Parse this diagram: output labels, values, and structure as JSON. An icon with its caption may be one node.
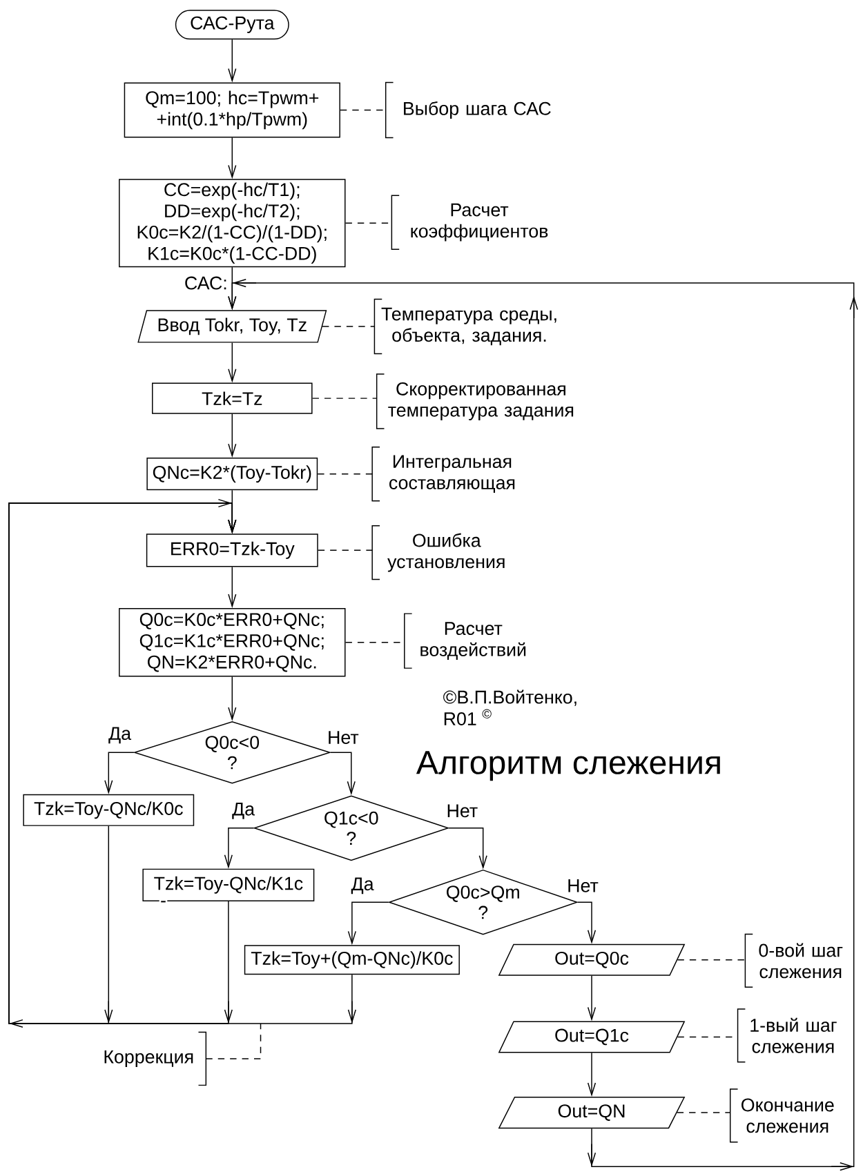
{
  "diagram": {
    "title": "Алгоритм слежения",
    "nodes": [
      {
        "text": [
          "САС-Рута"
        ]
      },
      {
        "text": [
          "Qm=100; hc=Tpwm+ +int(0.1*hp/Tpwm)"
        ]
      },
      {
        "text": [
          "Выбор шага САС"
        ]
      },
      {
        "text": [
          "CC=exp(-hc/T1); DD=exp(-hc/T2); K0c=K2/(1-CC)/(1-DD); K1c=K0c*(1-CC-DD)"
        ]
      },
      {
        "text": [
          "Расчет коэффициентов"
        ]
      },
      {
        "text": [
          "Ввод Tokr, Toy, Tz"
        ]
      },
      {
        "text": [
          "Температура среды, объекта, задания."
        ]
      },
      {
        "text": [
          "Tzk=Tz"
        ]
      },
      {
        "text": [
          "Скорректированная температура задания"
        ]
      },
      {
        "text": [
          "QNc=K2*(Toy-Tokr)"
        ]
      },
      {
        "text": [
          "Интегральная составляющая"
        ]
      },
      {
        "text": [
          "ERR0=Tzk-Toy"
        ]
      },
      {
        "text": [
          "Ошибка установления"
        ]
      },
      {
        "text": [
          "Q0c=K0c*ERR0+QNc; Q1c=K1c*ERR0+QNc; QN=K2*ERR0+QNc."
        ]
      },
      {
        "text": [
          "Расчет воздействий"
        ]
      },
      {
        "text": [
          "Q0c<0 ?"
        ]
      },
      {
        "text": [
          "Tzk=Toy-QNc/K0c"
        ]
      },
      {
        "text": [
          "Q1c<0 ?"
        ]
      },
      {
        "text": [
          "Tzk=Toy-QNc/K1c"
        ]
      },
      {
        "text": [
          "Q0c>Qm ?"
        ]
      },
      {
        "text": [
          "Tzk=Toy+(Qm-QNc)/K0c"
        ]
      },
      {
        "text": [
          "Out=Q0c"
        ]
      },
      {
        "text": [
          "0-вой шаг слежения"
        ]
      },
      {
        "text": [
          "Out=Q1c"
        ]
      },
      {
        "text": [
          "1-вый шаг слежения"
        ]
      },
      {
        "text": [
          "Out=QN"
        ]
      },
      {
        "text": [
          "Окончание слежения"
        ]
      },
      {
        "text": [
          "Коррекция"
        ]
      }
    ],
    "edges": [
      {
        "from": 0,
        "to": 1,
        "arrow": "to"
      },
      {
        "from": 1,
        "to": 2,
        "arrow": "none",
        "style": "dashed"
      },
      {
        "from": 1,
        "to": 3,
        "arrow": "to"
      },
      {
        "from": 3,
        "to": 4,
        "arrow": "none",
        "style": "dashed"
      },
      {
        "from": 3,
        "to": 5,
        "arrow": "to"
      },
      {
        "from": 5,
        "to": 6,
        "arrow": "none",
        "style": "dashed"
      },
      {
        "from": 5,
        "to": 7,
        "arrow": "to"
      },
      {
        "from": 7,
        "to": 8,
        "arrow": "none",
        "style": "dashed"
      },
      {
        "from": 7,
        "to": 9,
        "arrow": "to"
      },
      {
        "from": 9,
        "to": 10,
        "arrow": "none",
        "style": "dashed"
      },
      {
        "from": 9,
        "to": 11,
        "arrow": "to"
      },
      {
        "from": 11,
        "to": 12,
        "arrow": "none",
        "style": "dashed"
      },
      {
        "from": 11,
        "to": 13,
        "arrow": "to"
      },
      {
        "from": 13,
        "to": 14,
        "arrow": "none",
        "style": "dashed"
      },
      {
        "from": 13,
        "to": 15,
        "arrow": "to"
      },
      {
        "from": 15,
        "to": 16,
        "arrow": "to",
        "label": "Да"
      },
      {
        "from": 15,
        "to": 17,
        "arrow": "to",
        "label": "Нет"
      },
      {
        "from": 17,
        "to": 18,
        "arrow": "to",
        "label": "Да"
      },
      {
        "from": 17,
        "to": 19,
        "arrow": "to",
        "label": "Нет"
      },
      {
        "from": 19,
        "to": 20,
        "arrow": "to",
        "label": "Да"
      },
      {
        "from": 19,
        "to": 21,
        "arrow": "to",
        "label": "Нет"
      },
      {
        "from": 21,
        "to": 22,
        "arrow": "none",
        "style": "dashed"
      },
      {
        "from": 21,
        "to": 23,
        "arrow": "to"
      },
      {
        "from": 23,
        "to": 24,
        "arrow": "none",
        "style": "dashed"
      },
      {
        "from": 23,
        "to": 25,
        "arrow": "to"
      },
      {
        "from": 25,
        "to": 26,
        "arrow": "none",
        "style": "dashed"
      },
      {
        "from": 16,
        "to": 11,
        "arrow": "to"
      },
      {
        "from": 18,
        "to": 11,
        "arrow": "to"
      },
      {
        "from": 20,
        "to": 11,
        "arrow": "to"
      },
      {
        "from": 25,
        "to": 5,
        "arrow": "to"
      },
      {
        "from": 27,
        "to": null,
        "arrow": "none",
        "style": "dashed"
      }
    ],
    "labels": [
      "САС:",
      "©В.П.Войтенко,",
      "R01 $^{©}$",
      "-"
    ]
  }
}
